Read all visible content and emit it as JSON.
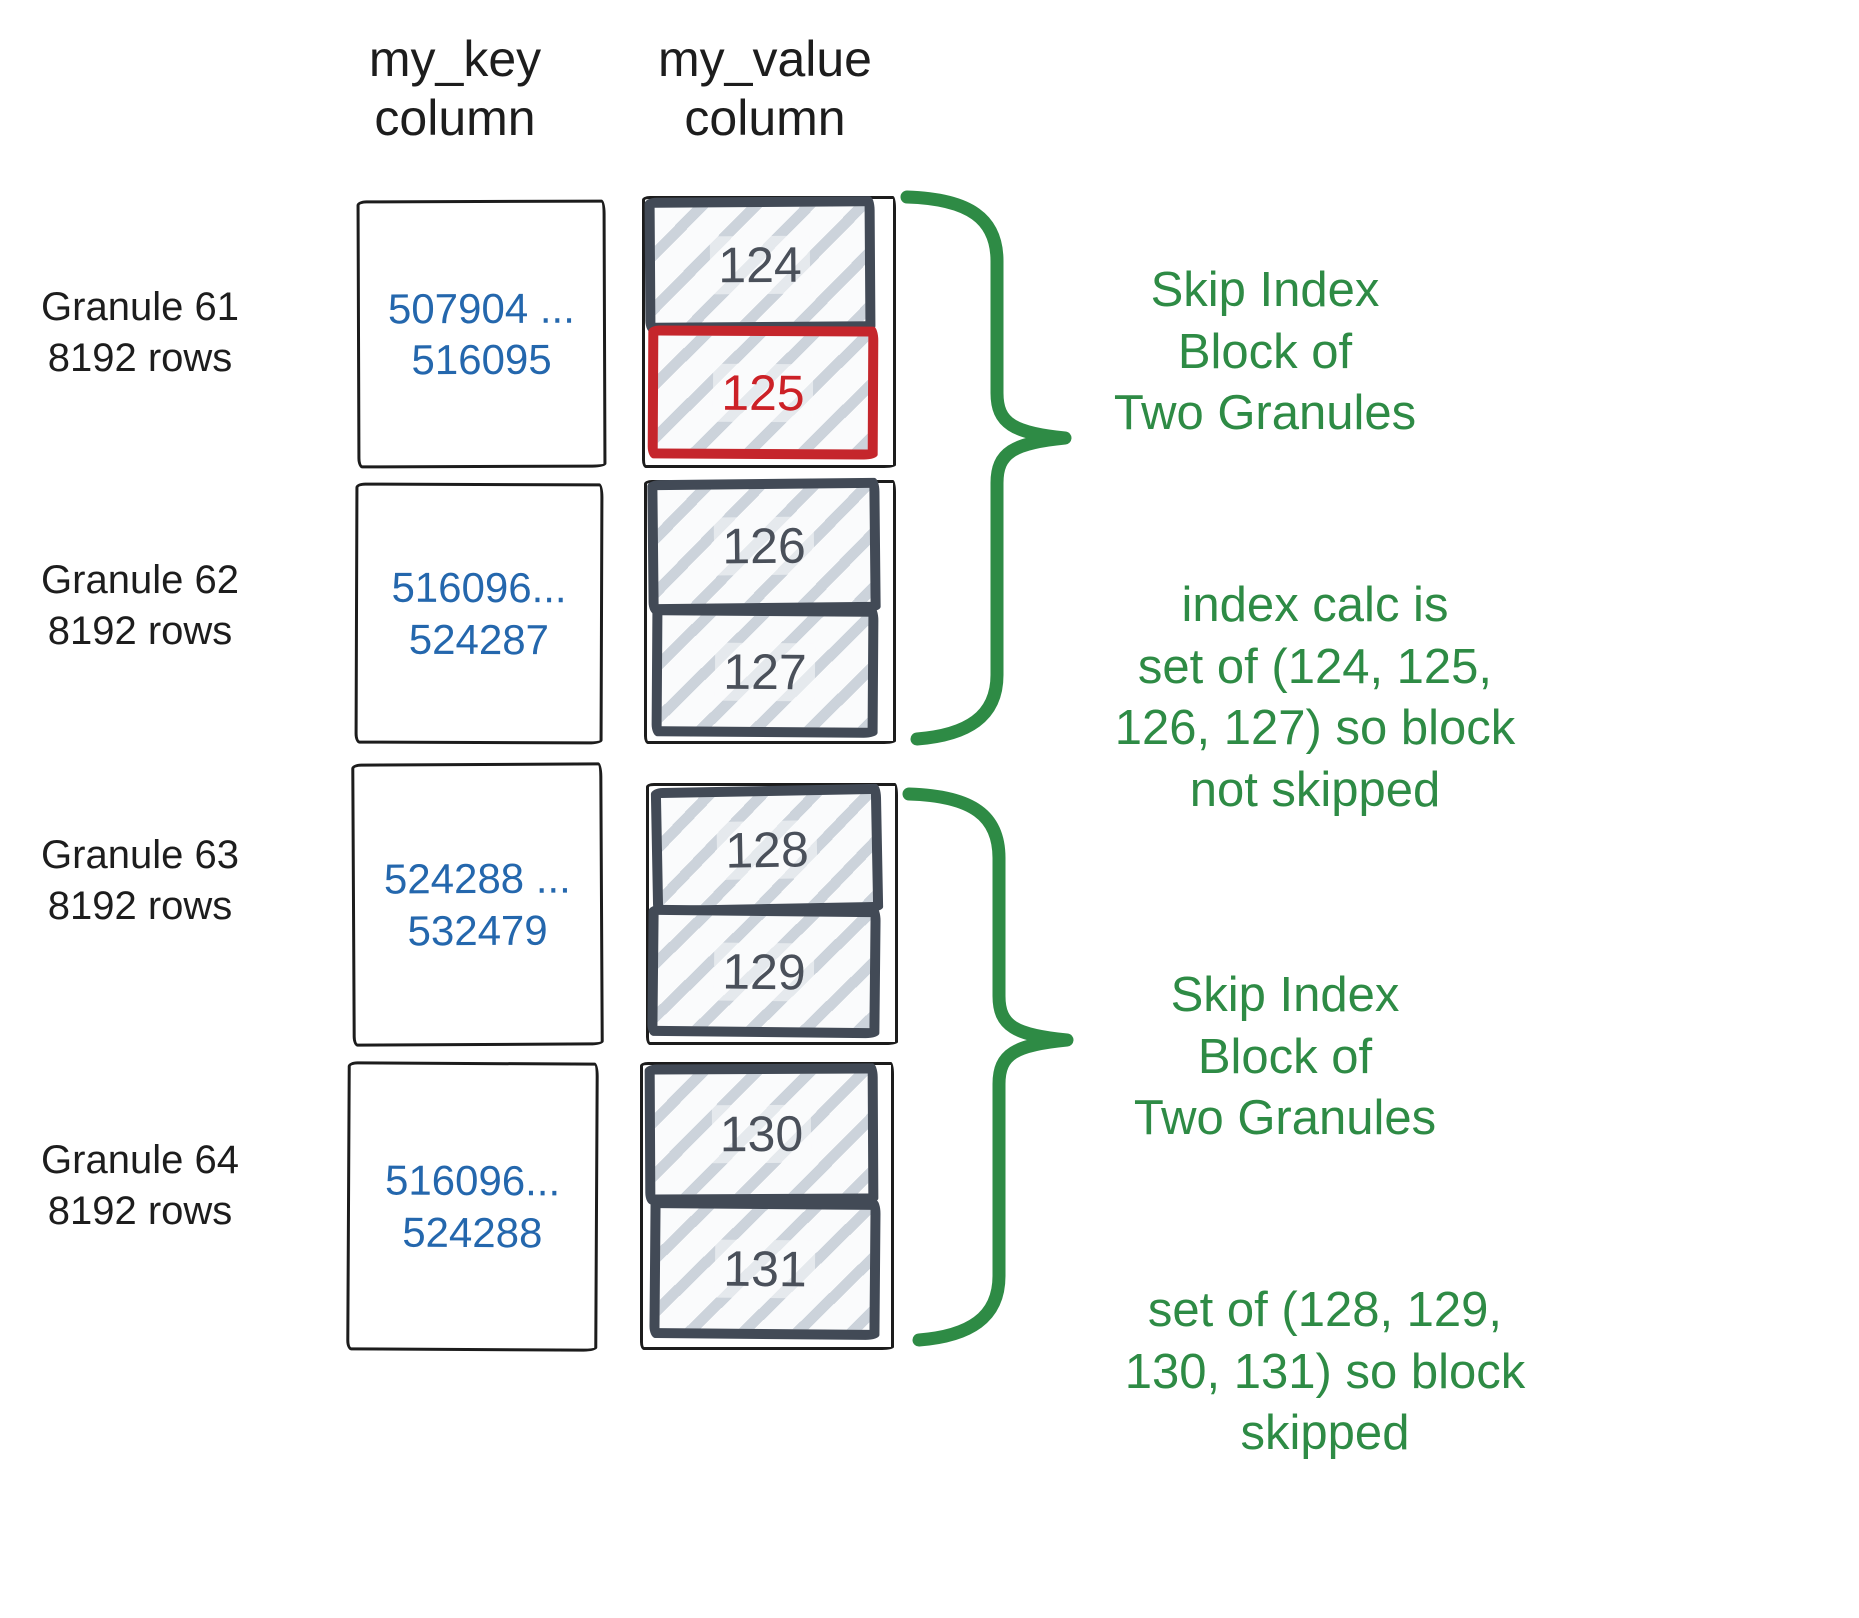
{
  "headers": {
    "key": "my_key\ncolumn",
    "value": "my_value\ncolumn"
  },
  "granules": [
    {
      "name": "Granule 61",
      "rows": "8192 rows",
      "key_range": "507904 ...\n516095",
      "blocks": [
        {
          "value": "124",
          "highlighted": false
        },
        {
          "value": "125",
          "highlighted": true
        }
      ]
    },
    {
      "name": "Granule 62",
      "rows": "8192 rows",
      "key_range": "516096...\n524287",
      "blocks": [
        {
          "value": "126",
          "highlighted": false
        },
        {
          "value": "127",
          "highlighted": false
        }
      ]
    },
    {
      "name": "Granule 63",
      "rows": "8192 rows",
      "key_range": "524288 ...\n532479",
      "blocks": [
        {
          "value": "128",
          "highlighted": false
        },
        {
          "value": "129",
          "highlighted": false
        }
      ]
    },
    {
      "name": "Granule 64",
      "rows": "8192 rows",
      "key_range": "516096...\n524288",
      "blocks": [
        {
          "value": "130",
          "highlighted": false
        },
        {
          "value": "131",
          "highlighted": false
        }
      ]
    }
  ],
  "annotations": [
    {
      "text": "Skip Index\nBlock of\nTwo Granules"
    },
    {
      "text": "index calc is\nset of (124, 125,\n126, 127) so block\nnot skipped"
    },
    {
      "text": "Skip Index\nBlock of\nTwo Granules"
    },
    {
      "text": "set of (128, 129,\n130, 131) so block\nskipped"
    }
  ],
  "colors": {
    "annotation_green": "#2e8b45",
    "key_blue": "#2467ad",
    "highlight_red": "#c5262c",
    "block_border_dark": "#424a56"
  }
}
